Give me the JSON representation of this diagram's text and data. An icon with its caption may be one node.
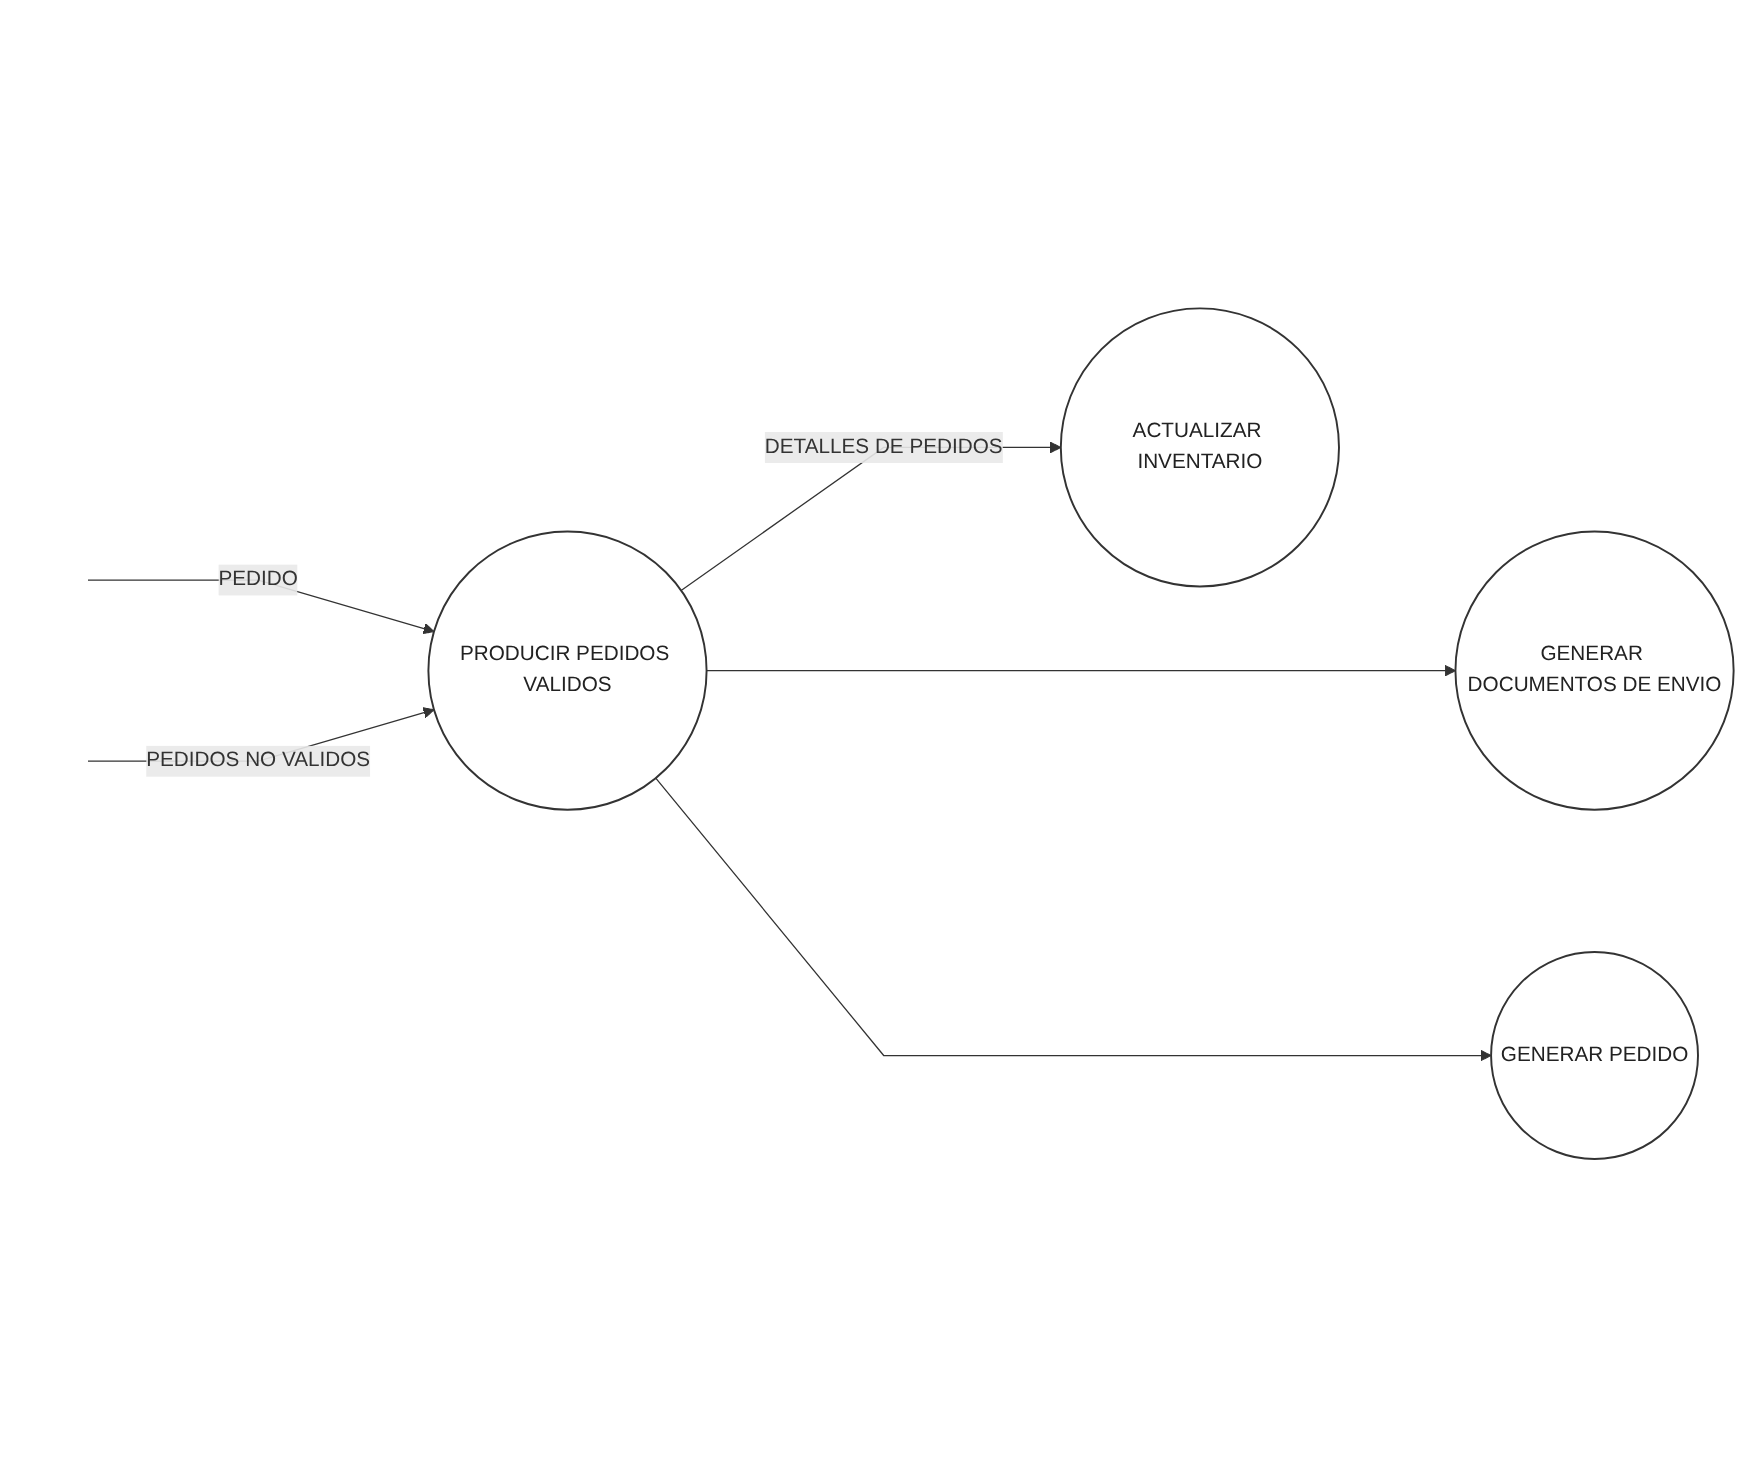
{
  "diagram": {
    "nodes": [
      {
        "text": [
          "PRODUCIR PEDIDOS VALIDOS"
        ]
      },
      {
        "text": [
          "GENERAR DOCUMENTOS DE ENVIO"
        ]
      },
      {
        "text": [
          "ACTUALIZAR INVENTARIO"
        ]
      },
      {
        "text": [
          "GENERAR PEDIDO"
        ]
      }
    ],
    "edges": [
      {
        "from": null,
        "to": 0,
        "arrow": "to",
        "label": "PEDIDO"
      },
      {
        "from": null,
        "to": 0,
        "arrow": "to",
        "label": "PEDIDOS NO VALIDOS"
      },
      {
        "from": 0,
        "to": 1,
        "arrow": "to"
      },
      {
        "from": 0,
        "to": 2,
        "arrow": "to",
        "label": "DETALLES DE PEDIDOS"
      },
      {
        "from": 0,
        "to": 3,
        "arrow": "to"
      }
    ]
  }
}
